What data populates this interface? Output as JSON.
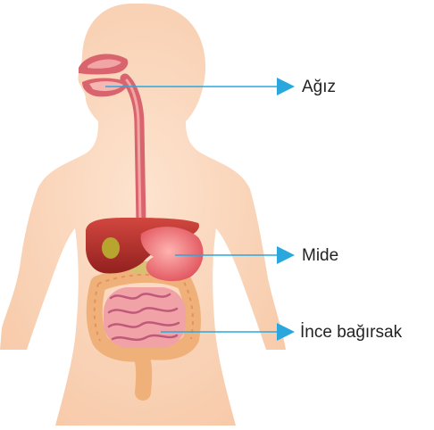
{
  "labels": {
    "mouth": "Ağız",
    "stomach": "Mide",
    "small_intestine": "İnce bağırsak"
  },
  "colors": {
    "skin": "#f6cdb0",
    "esophagus": "#d9646e",
    "liver": "#b8322d",
    "stomach": "#ec6a6e",
    "gallbladder": "#b7a52f",
    "large_intestine": "#f0b07a",
    "small_intestine": "#f0a2a6",
    "pointer": "#2aa7dd"
  },
  "icons": {
    "arrow": "arrow-right-icon"
  }
}
